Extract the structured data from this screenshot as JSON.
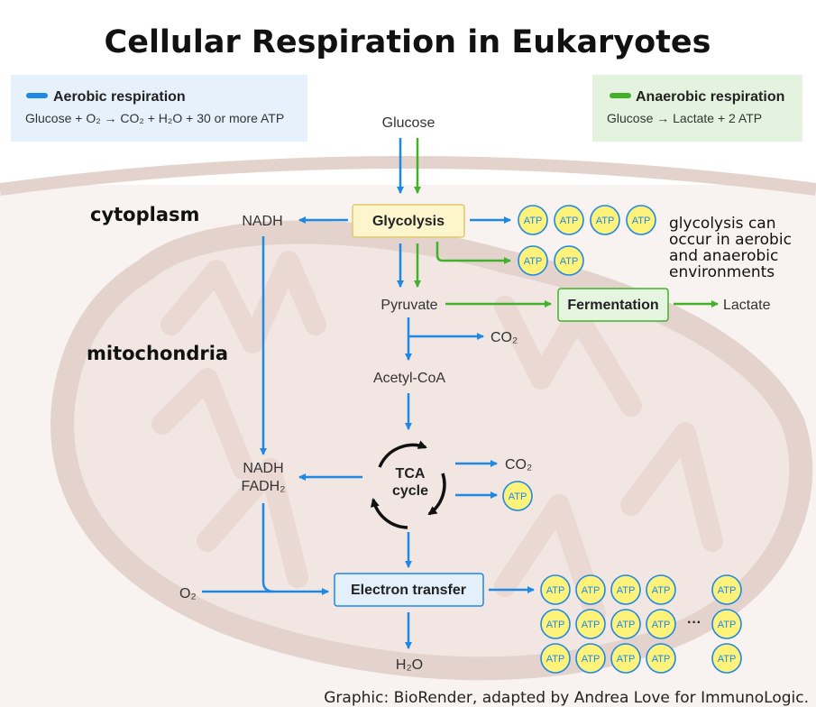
{
  "title": "Cellular Respiration in Eukaryotes",
  "colors": {
    "aerobic": "#1e88e5",
    "anaerobic": "#43b02a",
    "membrane": "#e3d3cc",
    "atp_fill": "#fff27a"
  },
  "legend": {
    "aerobic": {
      "title": "Aerobic respiration",
      "equation": "Glucose + O₂ → CO₂ + H₂O + 30 or more ATP"
    },
    "anaerobic": {
      "title": "Anaerobic respiration",
      "equation": "Glucose → Lactate + 2 ATP"
    }
  },
  "regions": {
    "cytoplasm": "cytoplasm",
    "mitochondria": "mitochondria"
  },
  "nodes": {
    "glucose": "Glucose",
    "glycolysis": "Glycolysis",
    "nadh_top": "NADH",
    "pyruvate": "Pyruvate",
    "fermentation": "Fermentation",
    "lactate": "Lactate",
    "co2_pyruvate": "CO₂",
    "acetyl_coa": "Acetyl-CoA",
    "tca": "TCA cycle",
    "co2_tca": "CO₂",
    "nadh_fadh2": "NADH FADH₂",
    "o2": "O₂",
    "electron_transfer": "Electron transfer",
    "h2o": "H₂O",
    "ellipsis": "···"
  },
  "atp_label": "ATP",
  "note": "glycolysis can occur in aerobic and anaerobic environments",
  "credit": "Graphic: BioRender, adapted by Andrea Love for ImmunoLogic."
}
